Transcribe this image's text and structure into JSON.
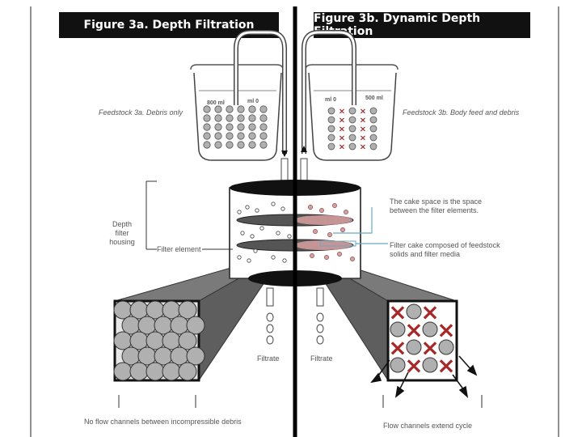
{
  "headers": {
    "fig_a": "Figure 3a. Depth Filtration",
    "fig_b": "Figure 3b. Dynamic Depth Filtration"
  },
  "beaker_a": {
    "mark_left": "800 ml",
    "mark_right": "ml 0",
    "feedstock_label": "Feedstock 3a. Debris only"
  },
  "beaker_b": {
    "mark_left": "ml 0",
    "mark_right": "500 ml",
    "feedstock_label": "Feedstock 3b. Body feed and debris"
  },
  "labels": {
    "depth_filter_housing": "Depth\nfilter\nhousing",
    "filter_element": "Filter element",
    "cake_space": "The cake space is the space\nbetween the filter elements.",
    "filter_cake": "Filter cake composed of feedstock\nsolids and filter media",
    "filtrate_a": "Filtrate",
    "filtrate_b": "Filtrate",
    "bottom_a": "No flow channels between incompressible debris",
    "bottom_b": "Flow channels extend cycle"
  },
  "colors": {
    "header_bg": "#111111",
    "red_x": "#a52a2a",
    "cake_pink": "#d9a0a0",
    "callout_blue": "#6aa8c8",
    "gray_wedge": "#7a7a7a",
    "particle": "#b0b0b0"
  }
}
